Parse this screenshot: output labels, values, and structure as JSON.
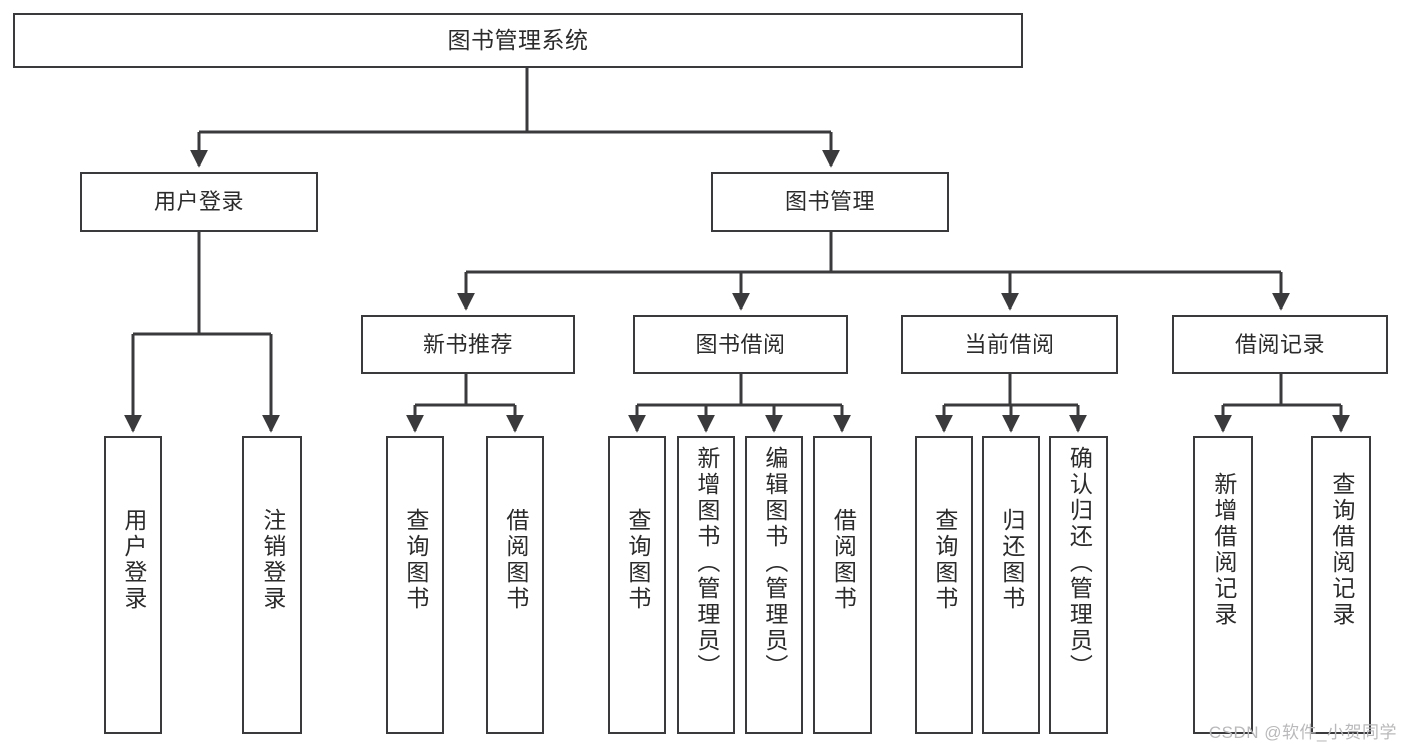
{
  "diagram": {
    "type": "tree-hierarchy",
    "title": "图书管理系统",
    "root": {
      "label": "图书管理系统"
    },
    "level2": [
      {
        "label": "用户登录"
      },
      {
        "label": "图书管理"
      }
    ],
    "level3": [
      {
        "label": "新书推荐"
      },
      {
        "label": "图书借阅"
      },
      {
        "label": "当前借阅"
      },
      {
        "label": "借阅记录"
      }
    ],
    "leaves": {
      "user_login": [
        {
          "label": "用户登录"
        },
        {
          "label": "注销登录"
        }
      ],
      "new_book_recommend": [
        {
          "label": "查询图书"
        },
        {
          "label": "借阅图书"
        }
      ],
      "book_borrow": [
        {
          "label": "查询图书"
        },
        {
          "label": "新增图书（管理员）"
        },
        {
          "label": "编辑图书（管理员）"
        },
        {
          "label": "借阅图书"
        }
      ],
      "current_borrow": [
        {
          "label": "查询图书"
        },
        {
          "label": "归还图书"
        },
        {
          "label": "确认归还（管理员）"
        }
      ],
      "borrow_record": [
        {
          "label": "新增借阅记录"
        },
        {
          "label": "查询借阅记录"
        }
      ]
    }
  },
  "watermark": {
    "text": "CSDN @软件_小贺同学"
  },
  "colors": {
    "stroke": "#3a3a3c",
    "text": "#2b2b2b",
    "background": "#ffffff",
    "watermark": "#b9b9bb"
  }
}
